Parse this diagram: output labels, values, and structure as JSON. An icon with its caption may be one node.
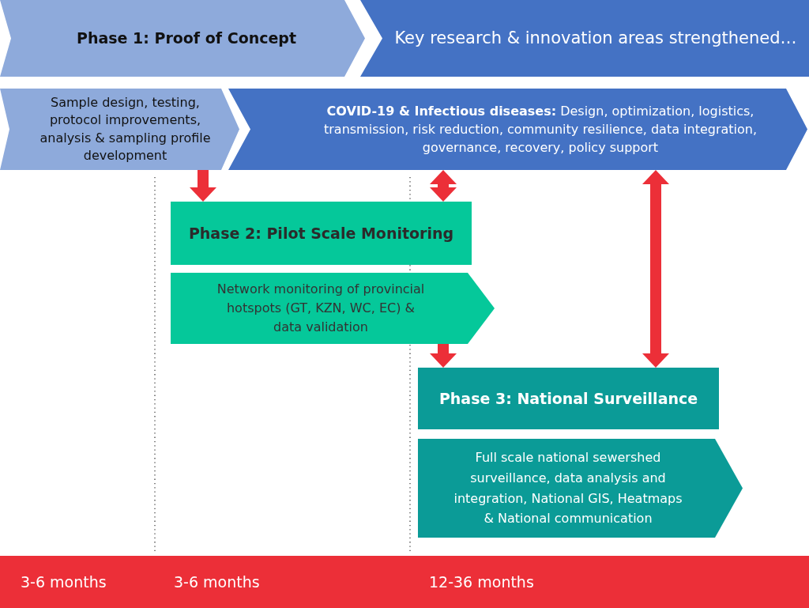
{
  "diagram": {
    "nodes": [
      {
        "text": [
          "Phase 1: Proof of Concept"
        ]
      },
      {
        "text": [
          "Key research & innovation areas strengthened…"
        ]
      },
      {
        "text": [
          "Sample design, testing, protocol improvements, analysis & sampling profile development"
        ]
      },
      {
        "text": [
          "**COVID-19 & Infectious diseases:** Design, optimization, logistics, transmission, risk reduction, community resilience, data integration, governance, recovery, policy support"
        ]
      },
      {
        "text": [
          "Phase 2: Pilot Scale Monitoring"
        ]
      },
      {
        "text": [
          "Network monitoring of provincial hotspots (GT, KZN, WC, EC) & data validation"
        ]
      },
      {
        "text": [
          "Phase 3: National Surveillance"
        ]
      },
      {
        "text": [
          "Full scale national sewershed surveillance, data analysis and integration, National GIS, Heatmaps & National communication"
        ]
      },
      {
        "text": [
          "3-6 months",
          "3-6 months",
          "12-36 months"
        ]
      }
    ],
    "edges": [
      {
        "from": 2,
        "to": 4,
        "arrow": "to"
      },
      {
        "from": 3,
        "to": 4,
        "arrow": "both"
      },
      {
        "from": 5,
        "to": 6,
        "arrow": "to"
      },
      {
        "from": 3,
        "to": 6,
        "arrow": "both"
      }
    ]
  }
}
